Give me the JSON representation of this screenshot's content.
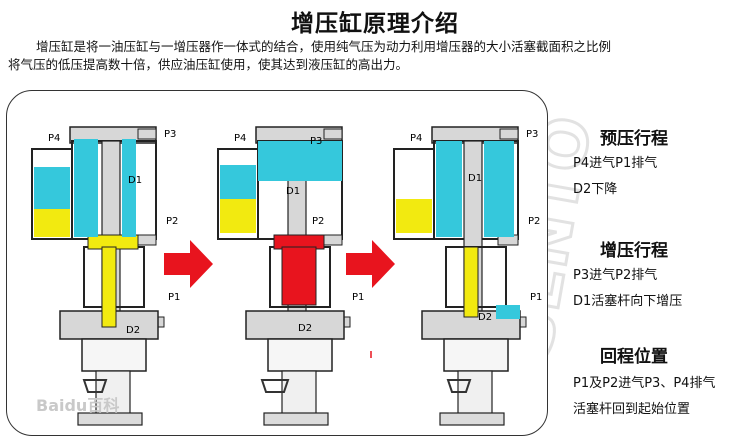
{
  "title": "增压缸原理介绍",
  "intro": {
    "line1": "增压缸是将一油压缸与一增压器作一体式的结合，使用纯气压为动力利用增压器的大小活塞截面积之比例",
    "line2": "将气压的低压提高数十倍，供应油压缸使用，使其达到液压缸的高出力。"
  },
  "labels": {
    "p1": "P1",
    "p2": "P2",
    "p3": "P3",
    "p4": "P4",
    "d1": "D1",
    "d2": "D2"
  },
  "sections": [
    {
      "title": "预压行程",
      "lines": [
        "P4进气P1排气",
        "D2下降"
      ]
    },
    {
      "title": "增压行程",
      "lines": [
        "P3进气P2排气",
        "D1活塞杆向下增压"
      ]
    },
    {
      "title": "回程位置",
      "lines": [
        "P1及P2进气P3、P4排气",
        "活塞杆回到起始位置"
      ]
    }
  ],
  "watermark": "Baidu百科",
  "side_mark": "SENTO",
  "colors": {
    "air": "#35c8dc",
    "oil": "#f2ea10",
    "pressure": "#e8141e",
    "arrow": "#e8141e",
    "body": "#d7d7d7"
  }
}
